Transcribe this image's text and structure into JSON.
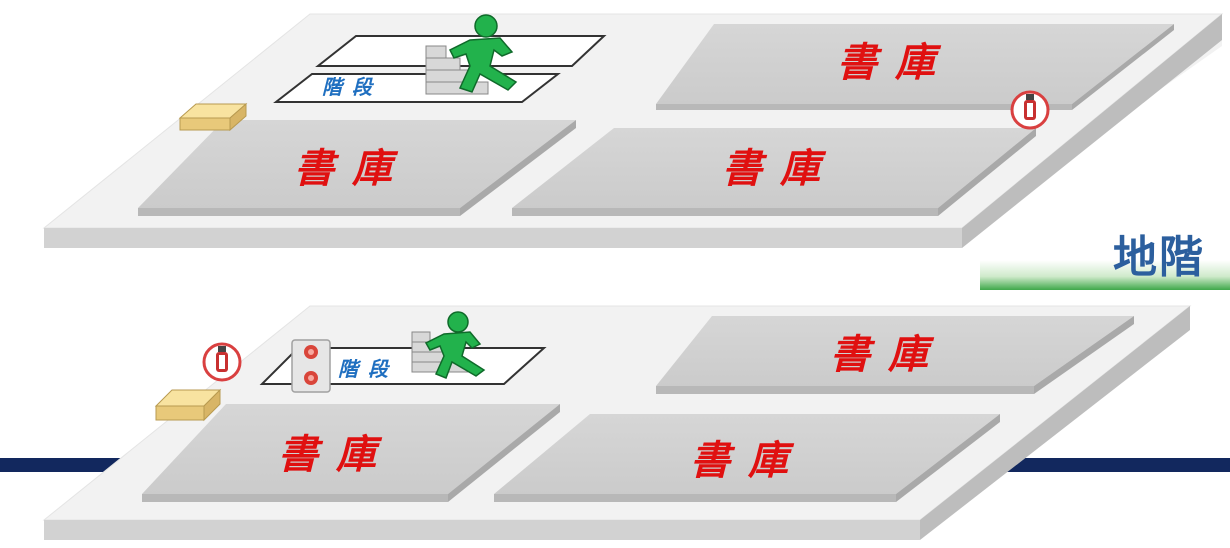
{
  "floor_label": "地階",
  "colors": {
    "room_text": "#e01010",
    "stair_text": "#1f6fc0",
    "floor_label_text": "#2c5f9e",
    "floor_label_band": "#3ea84a",
    "navy_line": "#12285e",
    "runner_icon": "#22b24c"
  },
  "upper_floor": {
    "stairs_label": "階段",
    "rooms": [
      "書庫",
      "書庫",
      "書庫"
    ],
    "icons": [
      "running-man-icon",
      "fire-extinguisher-icon",
      "storage-box-icon"
    ]
  },
  "lower_floor": {
    "stairs_label": "階段",
    "rooms": [
      "書庫",
      "書庫",
      "書庫"
    ],
    "icons": [
      "running-man-icon",
      "fire-extinguisher-icon",
      "storage-box-icon",
      "alarm-panel-icon"
    ]
  }
}
